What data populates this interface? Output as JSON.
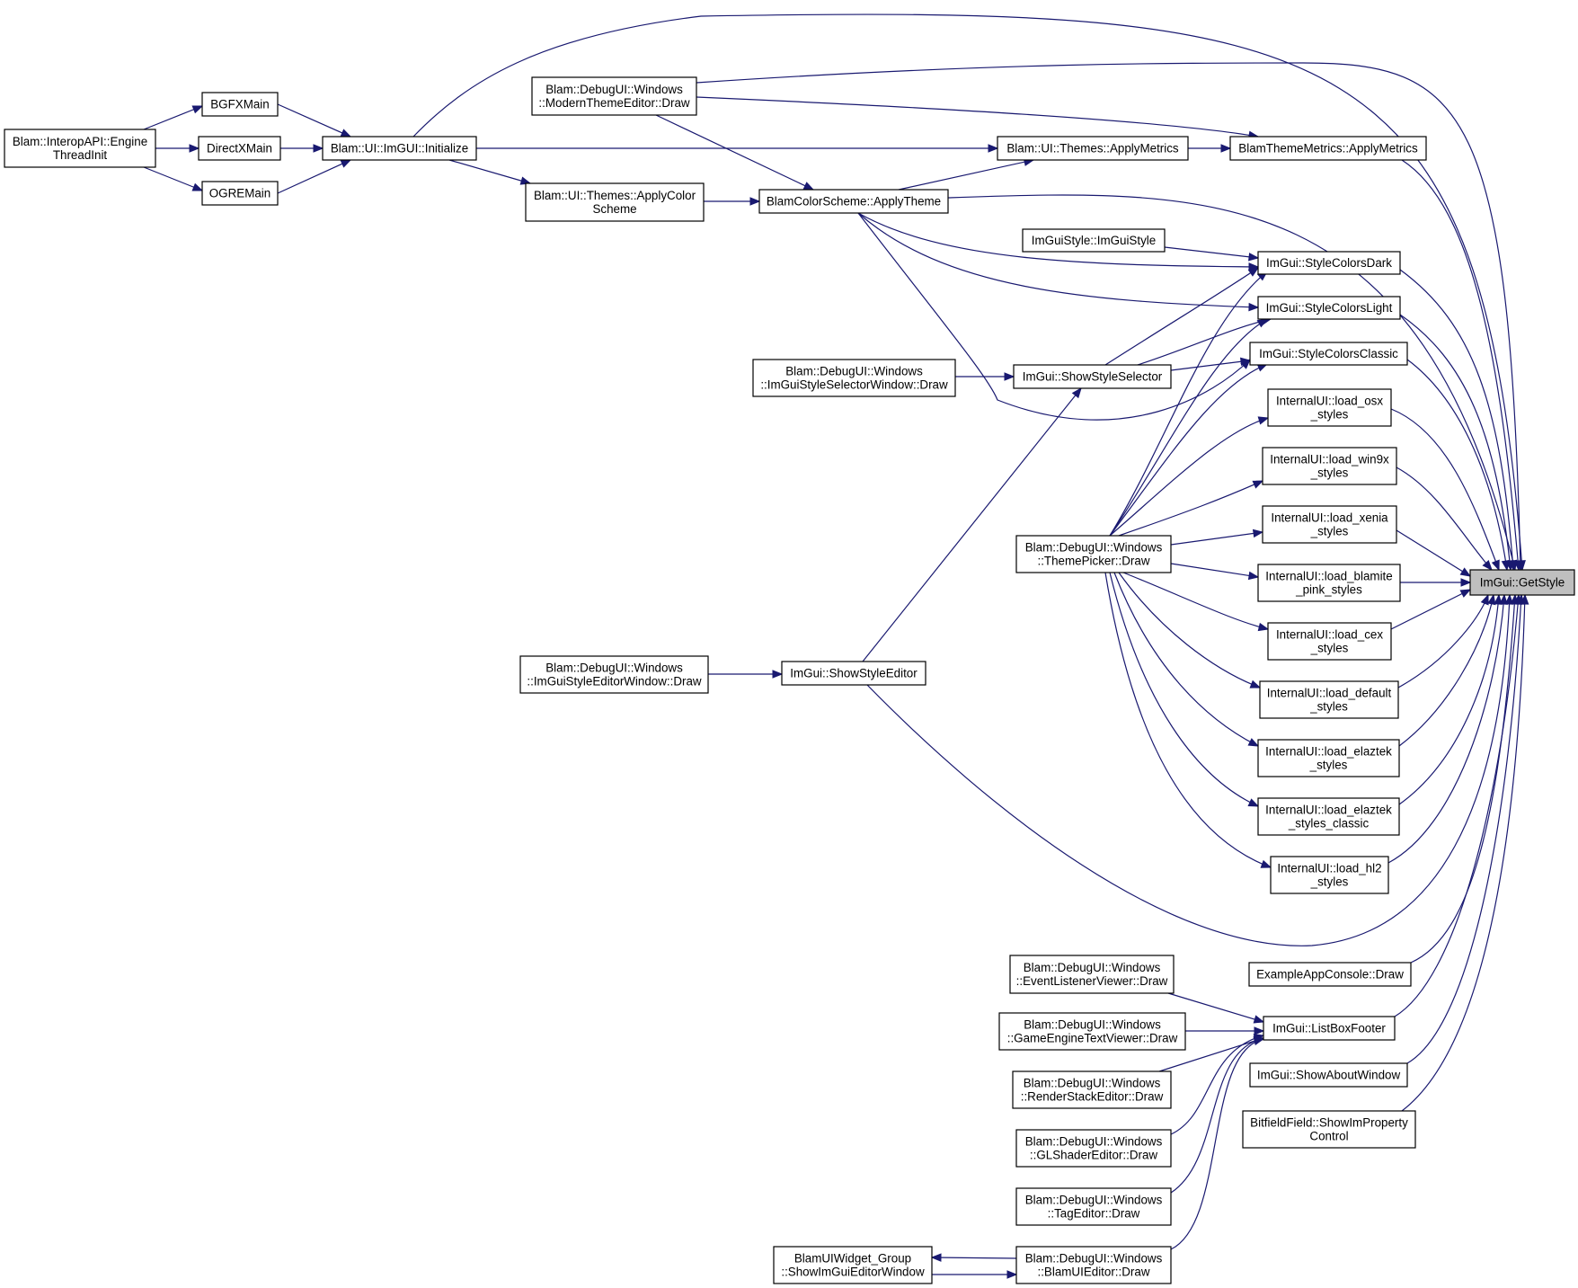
{
  "diagram": {
    "type": "call-graph",
    "background": "#ffffff",
    "edge_color": "#191970",
    "focus_fill": "#bfbfbf",
    "nodes": [
      {
        "id": "getstyle",
        "lines": [
          "ImGui::GetStyle"
        ],
        "focus": true
      },
      {
        "id": "engine_threadinit",
        "lines": [
          "Blam::InteropAPI::Engine",
          "ThreadInit"
        ]
      },
      {
        "id": "bgfxmain",
        "lines": [
          "BGFXMain"
        ]
      },
      {
        "id": "directxmain",
        "lines": [
          "DirectXMain"
        ]
      },
      {
        "id": "ogremain",
        "lines": [
          "OGREMain"
        ]
      },
      {
        "id": "imgui_initialize",
        "lines": [
          "Blam::UI::ImGUI::Initialize"
        ]
      },
      {
        "id": "modern_theme_editor",
        "lines": [
          "Blam::DebugUI::Windows",
          "::ModernThemeEditor::Draw"
        ]
      },
      {
        "id": "themes_applymetrics",
        "lines": [
          "Blam::UI::Themes::ApplyMetrics"
        ]
      },
      {
        "id": "blamthememetrics_apply",
        "lines": [
          "BlamThemeMetrics::ApplyMetrics"
        ]
      },
      {
        "id": "themes_applycolorscheme",
        "lines": [
          "Blam::UI::Themes::ApplyColor",
          "Scheme"
        ]
      },
      {
        "id": "blamcolorscheme_applytheme",
        "lines": [
          "BlamColorScheme::ApplyTheme"
        ]
      },
      {
        "id": "imguistyle_ctor",
        "lines": [
          "ImGuiStyle::ImGuiStyle"
        ]
      },
      {
        "id": "stylecolorsdark",
        "lines": [
          "ImGui::StyleColorsDark"
        ]
      },
      {
        "id": "stylecolorslight",
        "lines": [
          "ImGui::StyleColorsLight"
        ]
      },
      {
        "id": "stylecolorsclassic",
        "lines": [
          "ImGui::StyleColorsClassic"
        ]
      },
      {
        "id": "styleselector_window",
        "lines": [
          "Blam::DebugUI::Windows",
          "::ImGuiStyleSelectorWindow::Draw"
        ]
      },
      {
        "id": "showstyleselector",
        "lines": [
          "ImGui::ShowStyleSelector"
        ]
      },
      {
        "id": "load_osx",
        "lines": [
          "InternalUI::load_osx",
          "_styles"
        ]
      },
      {
        "id": "load_win9x",
        "lines": [
          "InternalUI::load_win9x",
          "_styles"
        ]
      },
      {
        "id": "load_xenia",
        "lines": [
          "InternalUI::load_xenia",
          "_styles"
        ]
      },
      {
        "id": "themepicker",
        "lines": [
          "Blam::DebugUI::Windows",
          "::ThemePicker::Draw"
        ]
      },
      {
        "id": "load_blamite_pink",
        "lines": [
          "InternalUI::load_blamite",
          "_pink_styles"
        ]
      },
      {
        "id": "load_cex",
        "lines": [
          "InternalUI::load_cex",
          "_styles"
        ]
      },
      {
        "id": "load_default",
        "lines": [
          "InternalUI::load_default",
          "_styles"
        ]
      },
      {
        "id": "load_elaztek",
        "lines": [
          "InternalUI::load_elaztek",
          "_styles"
        ]
      },
      {
        "id": "load_elaztek_classic",
        "lines": [
          "InternalUI::load_elaztek",
          "_styles_classic"
        ]
      },
      {
        "id": "load_hl2",
        "lines": [
          "InternalUI::load_hl2",
          "_styles"
        ]
      },
      {
        "id": "styleeditor_window",
        "lines": [
          "Blam::DebugUI::Windows",
          "::ImGuiStyleEditorWindow::Draw"
        ]
      },
      {
        "id": "showstyleeditor",
        "lines": [
          "ImGui::ShowStyleEditor"
        ]
      },
      {
        "id": "exampleappconsole",
        "lines": [
          "ExampleAppConsole::Draw"
        ]
      },
      {
        "id": "eventlistener",
        "lines": [
          "Blam::DebugUI::Windows",
          "::EventListenerViewer::Draw"
        ]
      },
      {
        "id": "gameenginetext",
        "lines": [
          "Blam::DebugUI::Windows",
          "::GameEngineTextViewer::Draw"
        ]
      },
      {
        "id": "listboxfooter",
        "lines": [
          "ImGui::ListBoxFooter"
        ]
      },
      {
        "id": "renderstack",
        "lines": [
          "Blam::DebugUI::Windows",
          "::RenderStackEditor::Draw"
        ]
      },
      {
        "id": "showaboutwindow",
        "lines": [
          "ImGui::ShowAboutWindow"
        ]
      },
      {
        "id": "bitfieldfield",
        "lines": [
          "BitfieldField::ShowImProperty",
          "Control"
        ]
      },
      {
        "id": "glshadereditor",
        "lines": [
          "Blam::DebugUI::Windows",
          "::GLShaderEditor::Draw"
        ]
      },
      {
        "id": "tageditor",
        "lines": [
          "Blam::DebugUI::Windows",
          "::TagEditor::Draw"
        ]
      },
      {
        "id": "widget_group",
        "lines": [
          "BlamUIWidget_Group",
          "::ShowImGuiEditorWindow"
        ]
      },
      {
        "id": "blamuieditor",
        "lines": [
          "Blam::DebugUI::Windows",
          "::BlamUIEditor::Draw"
        ]
      }
    ],
    "edges": [
      [
        "engine_threadinit",
        "bgfxmain"
      ],
      [
        "engine_threadinit",
        "directxmain"
      ],
      [
        "engine_threadinit",
        "ogremain"
      ],
      [
        "bgfxmain",
        "imgui_initialize"
      ],
      [
        "directxmain",
        "imgui_initialize"
      ],
      [
        "ogremain",
        "imgui_initialize"
      ],
      [
        "imgui_initialize",
        "getstyle"
      ],
      [
        "imgui_initialize",
        "themes_applymetrics"
      ],
      [
        "imgui_initialize",
        "themes_applycolorscheme"
      ],
      [
        "modern_theme_editor",
        "getstyle"
      ],
      [
        "modern_theme_editor",
        "blamthememetrics_apply"
      ],
      [
        "modern_theme_editor",
        "blamcolorscheme_applytheme"
      ],
      [
        "themes_applymetrics",
        "blamthememetrics_apply"
      ],
      [
        "blamthememetrics_apply",
        "getstyle"
      ],
      [
        "themes_applycolorscheme",
        "blamcolorscheme_applytheme"
      ],
      [
        "blamcolorscheme_applytheme",
        "themes_applymetrics"
      ],
      [
        "blamcolorscheme_applytheme",
        "getstyle"
      ],
      [
        "blamcolorscheme_applytheme",
        "stylecolorsdark"
      ],
      [
        "blamcolorscheme_applytheme",
        "stylecolorslight"
      ],
      [
        "blamcolorscheme_applytheme",
        "stylecolorsclassic"
      ],
      [
        "imguistyle_ctor",
        "stylecolorsdark"
      ],
      [
        "stylecolorsdark",
        "getstyle"
      ],
      [
        "stylecolorslight",
        "getstyle"
      ],
      [
        "stylecolorsclassic",
        "getstyle"
      ],
      [
        "styleselector_window",
        "showstyleselector"
      ],
      [
        "showstyleselector",
        "stylecolorsdark"
      ],
      [
        "showstyleselector",
        "stylecolorslight"
      ],
      [
        "showstyleselector",
        "stylecolorsclassic"
      ],
      [
        "load_osx",
        "getstyle"
      ],
      [
        "load_win9x",
        "getstyle"
      ],
      [
        "load_xenia",
        "getstyle"
      ],
      [
        "themepicker",
        "stylecolorsdark"
      ],
      [
        "themepicker",
        "stylecolorslight"
      ],
      [
        "themepicker",
        "stylecolorsclassic"
      ],
      [
        "themepicker",
        "load_osx"
      ],
      [
        "themepicker",
        "load_win9x"
      ],
      [
        "themepicker",
        "load_xenia"
      ],
      [
        "themepicker",
        "load_blamite_pink"
      ],
      [
        "themepicker",
        "load_cex"
      ],
      [
        "themepicker",
        "load_default"
      ],
      [
        "themepicker",
        "load_elaztek"
      ],
      [
        "themepicker",
        "load_elaztek_classic"
      ],
      [
        "themepicker",
        "load_hl2"
      ],
      [
        "load_blamite_pink",
        "getstyle"
      ],
      [
        "load_cex",
        "getstyle"
      ],
      [
        "load_default",
        "getstyle"
      ],
      [
        "load_elaztek",
        "getstyle"
      ],
      [
        "load_elaztek_classic",
        "getstyle"
      ],
      [
        "load_hl2",
        "getstyle"
      ],
      [
        "styleeditor_window",
        "showstyleeditor"
      ],
      [
        "showstyleeditor",
        "showstyleselector"
      ],
      [
        "showstyleeditor",
        "getstyle"
      ],
      [
        "exampleappconsole",
        "getstyle"
      ],
      [
        "eventlistener",
        "listboxfooter"
      ],
      [
        "gameenginetext",
        "listboxfooter"
      ],
      [
        "renderstack",
        "listboxfooter"
      ],
      [
        "glshadereditor",
        "listboxfooter"
      ],
      [
        "tageditor",
        "listboxfooter"
      ],
      [
        "blamuieditor",
        "listboxfooter"
      ],
      [
        "blamuieditor",
        "widget_group"
      ],
      [
        "widget_group",
        "blamuieditor"
      ],
      [
        "listboxfooter",
        "getstyle"
      ],
      [
        "showaboutwindow",
        "getstyle"
      ],
      [
        "bitfieldfield",
        "getstyle"
      ]
    ]
  }
}
